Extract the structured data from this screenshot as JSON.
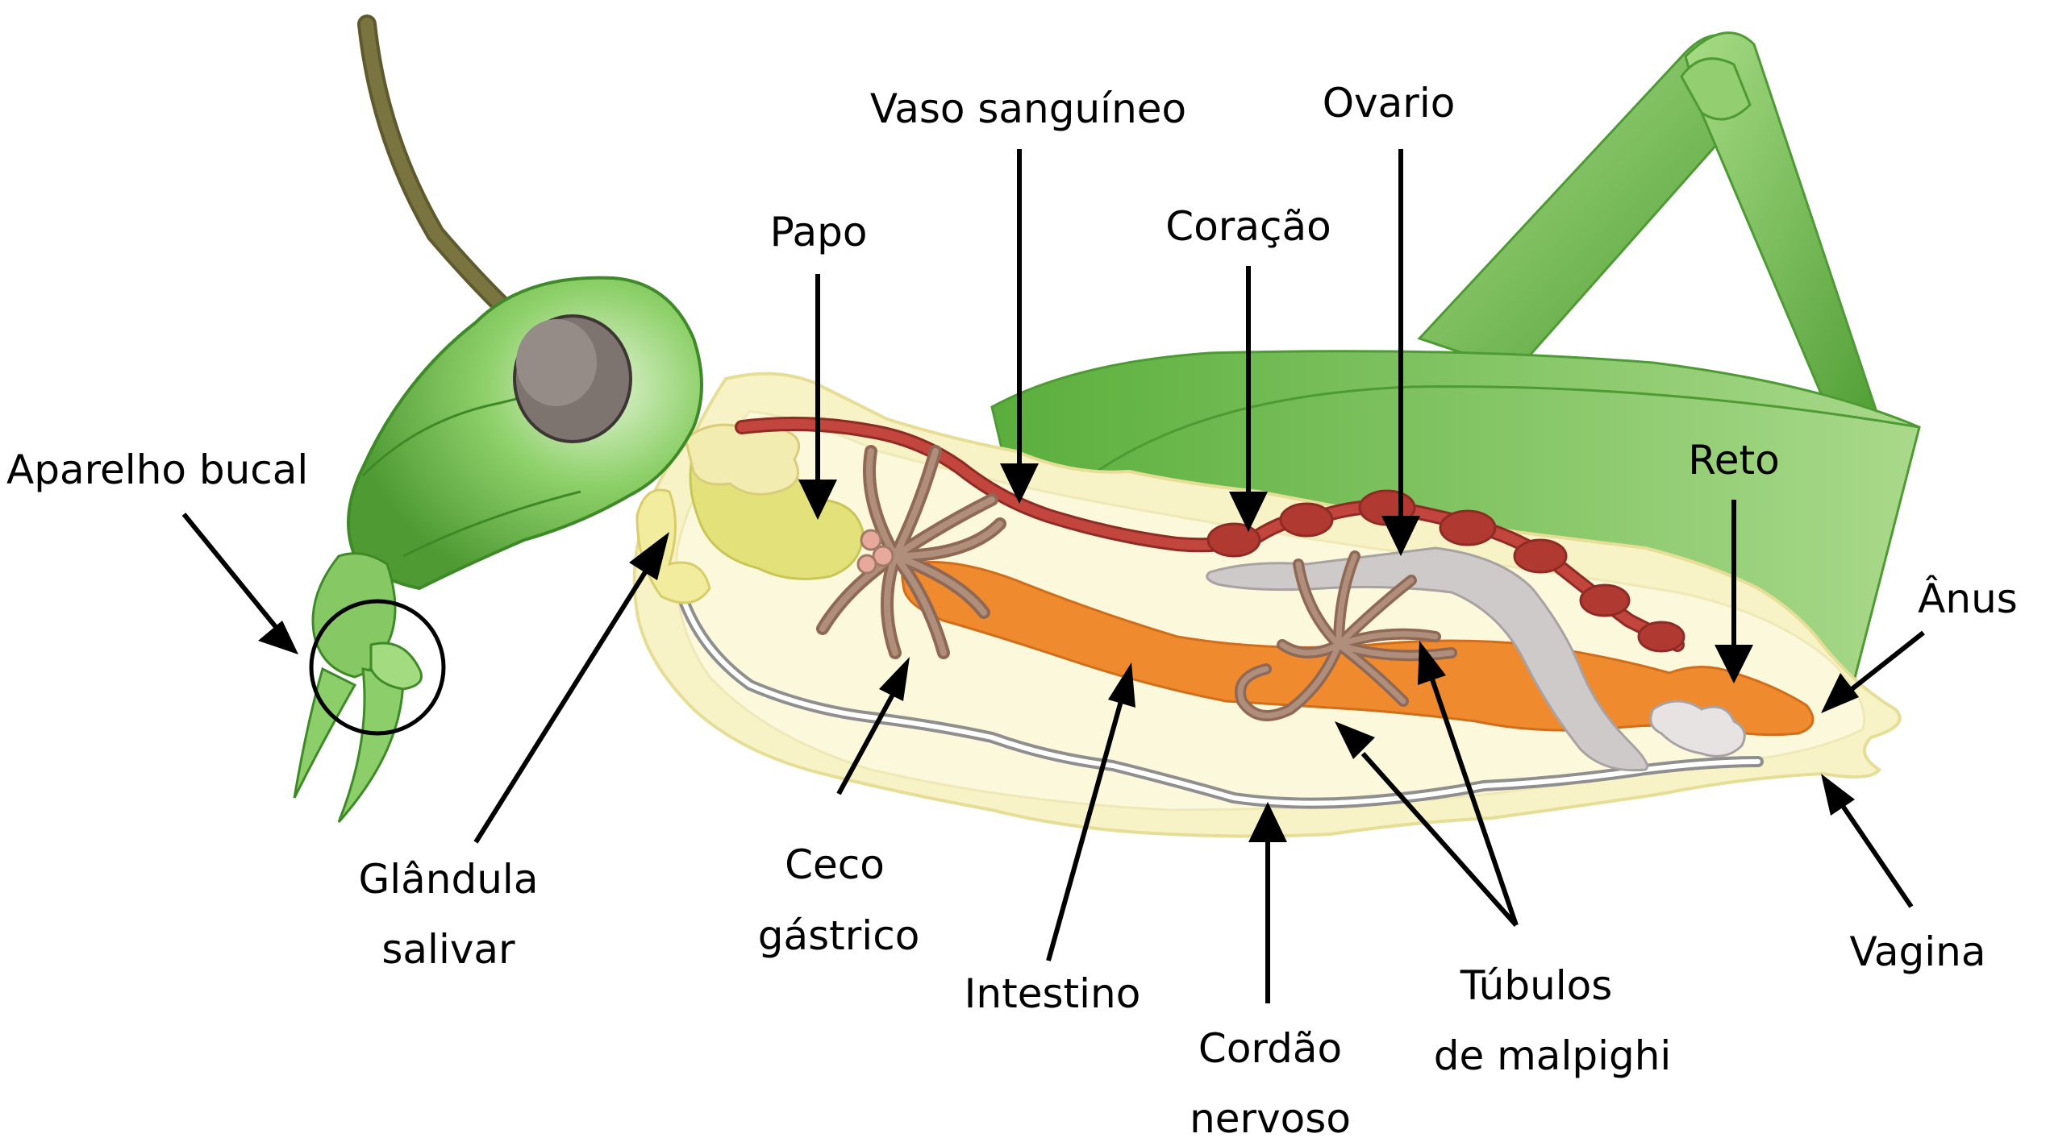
{
  "labels": {
    "aparelho_bucal": "Aparelho bucal",
    "glandula_salivar_1": "Glândula",
    "glandula_salivar_2": "salivar",
    "papo": "Papo",
    "vaso_sanguineo": "Vaso sanguíneo",
    "ceco_gastrico_1": "Ceco",
    "ceco_gastrico_2": "gástrico",
    "intestino": "Intestino",
    "coracao": "Coração",
    "ovario": "Ovario",
    "cordao_nervoso_1": "Cordão",
    "cordao_nervoso_2": "nervoso",
    "tubulos_1": "Túbulos",
    "tubulos_2": "de malpighi",
    "reto": "Reto",
    "anus": "Ânus",
    "vagina": "Vagina"
  },
  "colors": {
    "body_green": "#6fbf4a",
    "body_green_dark": "#4e9a34",
    "wing_green": "#8cc96a",
    "abdomen_cream": "#f7f3c6",
    "crop_yellow": "#e3e27a",
    "vessel_red": "#b03a32",
    "intestine_orange": "#f08a2e",
    "tubule_brown": "#a07a66",
    "nerve_gray": "#9a9a9a",
    "ovary_gray": "#cfcaca",
    "eye_gray": "#7d7470",
    "antenna_olive": "#7a7440"
  }
}
